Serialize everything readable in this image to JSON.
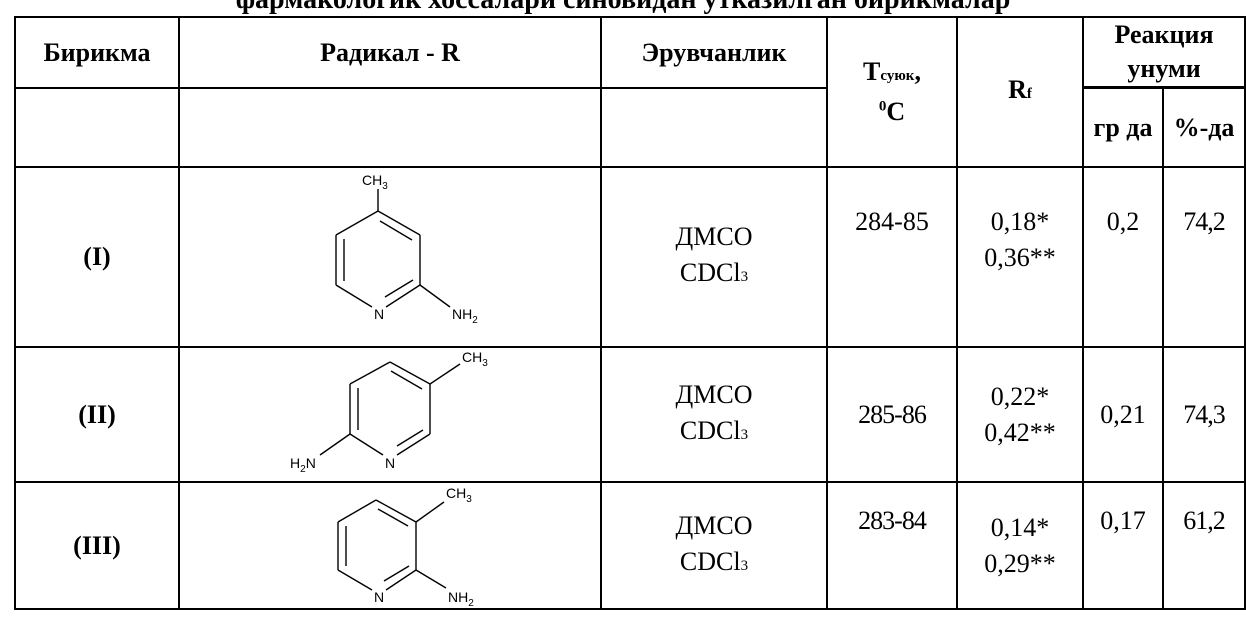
{
  "title": "фармакологик хоссалари синовидан ўтказилган бирикмалар",
  "headers": {
    "compound": "Бирикма",
    "radical": "Радикал - R",
    "solvent": "Эрувчанлик",
    "mp_main": "T",
    "mp_sub": "суюк",
    "mp_comma": ",",
    "mp_sup": "0",
    "mp_unit": "C",
    "rf_main": "R",
    "rf_sub": "f",
    "yield": "Реакция унуми",
    "gram": "гр да",
    "percent": "%-да"
  },
  "rows": [
    {
      "label": "(I)",
      "solvent1": "ДМСО",
      "solvent2_main": "CDCl",
      "solvent2_sub": "3",
      "mp": "284-85",
      "rf1": "0,18*",
      "rf2": "0,36**",
      "gram": "0,2",
      "percent": "74,2",
      "structure": {
        "ch3": "CH",
        "ch3_sub": "3",
        "n": "N",
        "amine": "NH",
        "amine_sub": "2"
      }
    },
    {
      "label": "(II)",
      "solvent1": "ДМСО",
      "solvent2_main": "CDCl",
      "solvent2_sub": "3",
      "mp": "285-86",
      "rf1": "0,22*",
      "rf2": "0,42**",
      "gram": "0,21",
      "percent": "74,3",
      "structure": {
        "ch3": "CH",
        "ch3_sub": "3",
        "n": "N",
        "amine": "H",
        "amine_sub": "2",
        "amine_tail": "N"
      }
    },
    {
      "label": "(III)",
      "solvent1": "ДМСО",
      "solvent2_main": "CDCl",
      "solvent2_sub": "3",
      "mp": "283-84",
      "rf1": "0,14*",
      "rf2": "0,29**",
      "gram": "0,17",
      "percent": "61,2",
      "structure": {
        "ch3": "CH",
        "ch3_sub": "3",
        "n": "N",
        "amine": "NH",
        "amine_sub": "2"
      }
    }
  ]
}
